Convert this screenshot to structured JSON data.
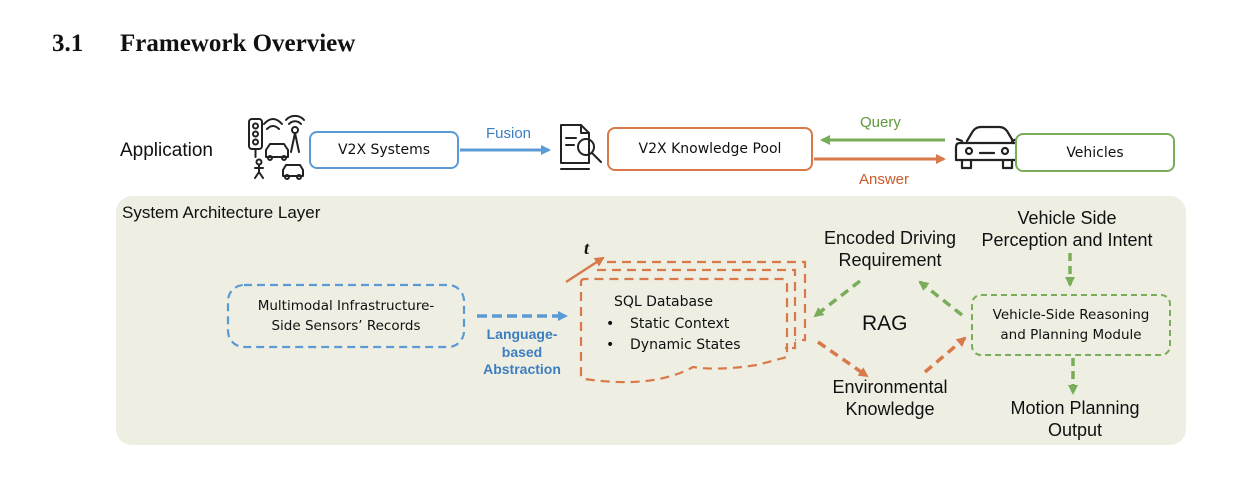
{
  "section": {
    "number": "3.1",
    "title": "Framework Overview"
  },
  "figure": {
    "application_row": {
      "label": "Application",
      "v2x_systems": "V2X Systems",
      "knowledge_pool": "V2X Knowledge Pool",
      "vehicles": "Vehicles",
      "fusion": "Fusion",
      "query": "Query",
      "answer": "Answer"
    },
    "architecture": {
      "title": "System Architecture Layer",
      "sensor_records": [
        "Multimodal Infrastructure-",
        "Side Sensors’ Records"
      ],
      "abstraction": [
        "Language-",
        "based",
        "Abstraction"
      ],
      "time_axis": "t",
      "database": {
        "title": "SQL Database",
        "items": [
          "Static Context",
          "Dynamic States"
        ]
      },
      "rag": "RAG",
      "encoded_requirement": [
        "Encoded Driving",
        "Requirement"
      ],
      "environmental_knowledge": [
        "Environmental",
        "Knowledge"
      ],
      "vehicle_side_perception": [
        "Vehicle Side",
        "Perception and Intent"
      ],
      "reasoning_module": [
        "Vehicle-Side Reasoning",
        "and Planning Module"
      ],
      "motion_output": [
        "Motion Planning",
        "Output"
      ]
    },
    "colors": {
      "blue": "#5b9bd5",
      "orange": "#d9794a",
      "green": "#79ad5a",
      "panel": "#eeeee3"
    }
  }
}
